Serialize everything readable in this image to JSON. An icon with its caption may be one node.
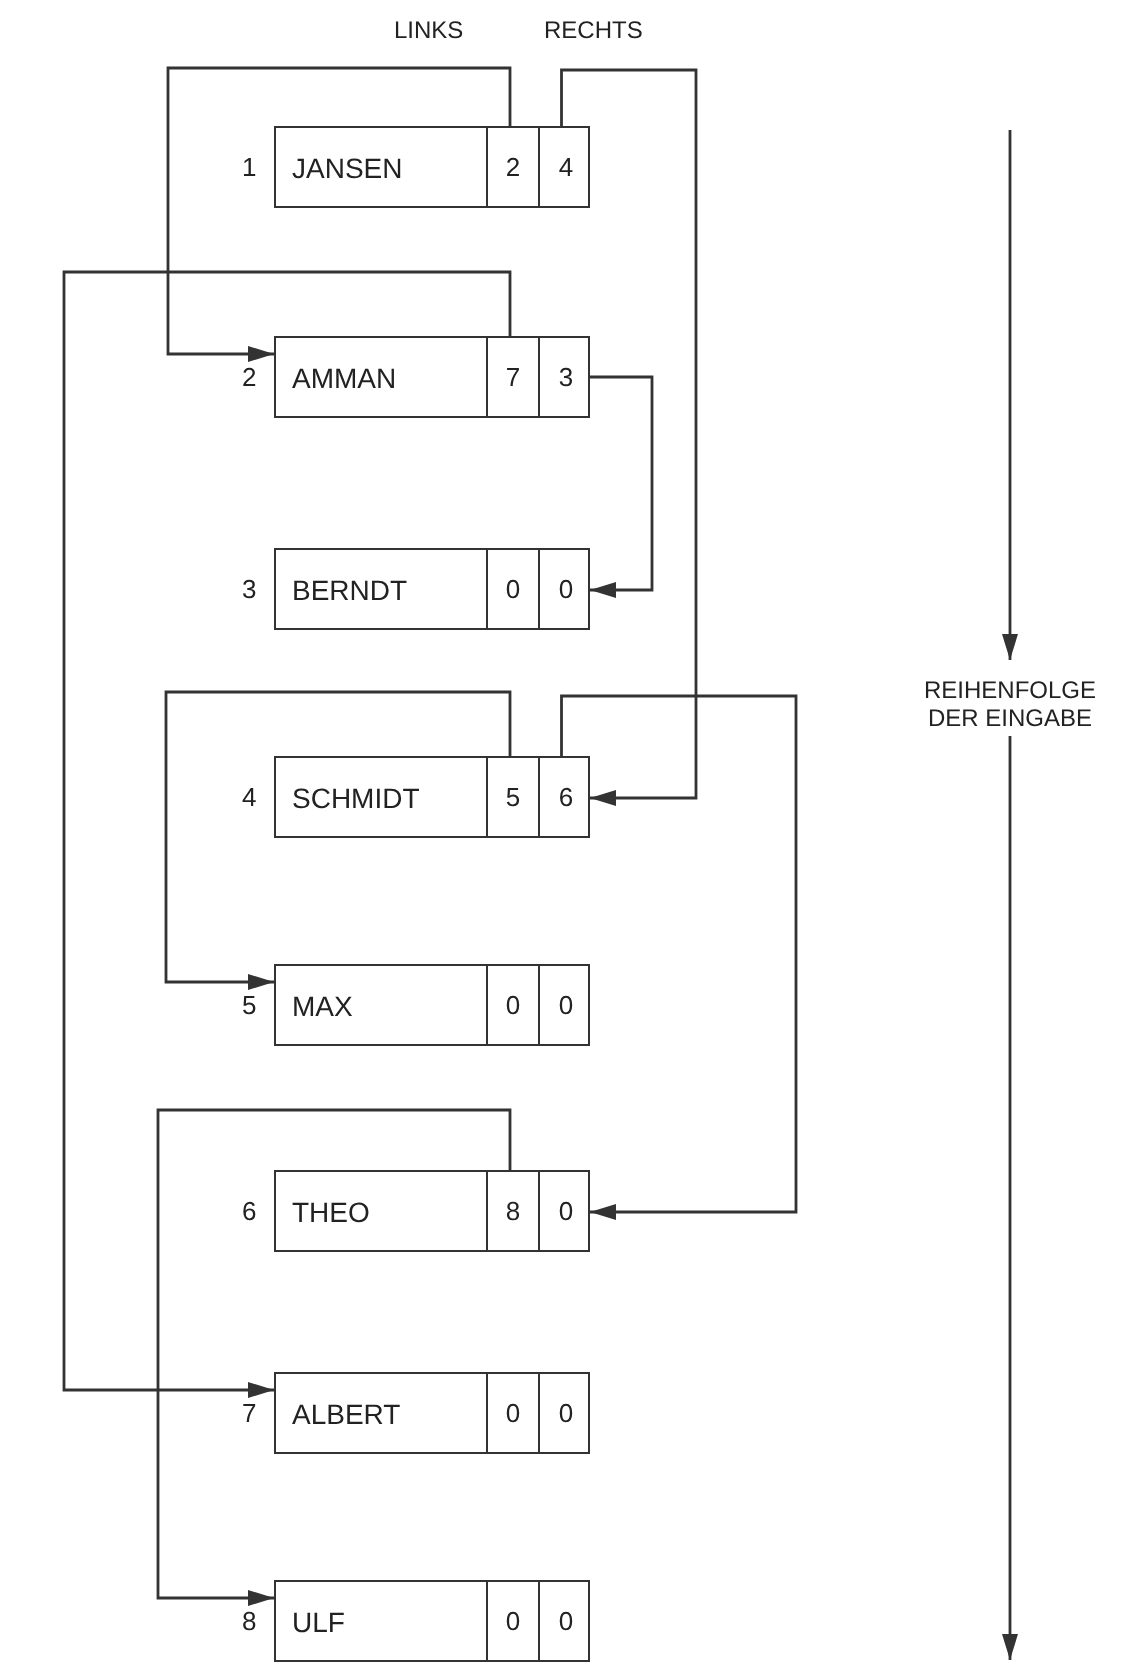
{
  "diagram": {
    "nodes": [
      {
        "text": [
          "JANSEN"
        ],
        "beside": [
          "1"
        ]
      },
      {
        "text": [
          "2"
        ],
        "in": 0
      },
      {
        "text": [
          "4"
        ],
        "in": 0
      },
      {
        "text": [
          "AMMAN"
        ],
        "beside": [
          "2"
        ]
      },
      {
        "text": [
          "7"
        ],
        "in": 3
      },
      {
        "text": [
          "3"
        ],
        "in": 3
      },
      {
        "text": [
          "BERNDT"
        ],
        "beside": [
          "3"
        ]
      },
      {
        "text": [
          "0"
        ],
        "in": 6
      },
      {
        "text": [
          "0"
        ],
        "in": 6
      },
      {
        "text": [
          "SCHMIDT"
        ],
        "beside": [
          "4"
        ]
      },
      {
        "text": [
          "5"
        ],
        "in": 9
      },
      {
        "text": [
          "6"
        ],
        "in": 9
      },
      {
        "text": [
          "MAX"
        ],
        "beside": [
          "5"
        ]
      },
      {
        "text": [
          "0"
        ],
        "in": 12
      },
      {
        "text": [
          "0"
        ],
        "in": 12
      },
      {
        "text": [
          "THEO"
        ],
        "beside": [
          "6"
        ]
      },
      {
        "text": [
          "8"
        ],
        "in": 15
      },
      {
        "text": [
          "0"
        ],
        "in": 15
      },
      {
        "text": [
          "ALBERT"
        ],
        "beside": [
          "7"
        ]
      },
      {
        "text": [
          "0"
        ],
        "in": 18
      },
      {
        "text": [
          "0"
        ],
        "in": 18
      },
      {
        "text": [
          "ULF"
        ],
        "beside": [
          "8"
        ]
      },
      {
        "text": [
          "0"
        ],
        "in": 21
      },
      {
        "text": [
          "0"
        ],
        "in": 21
      }
    ],
    "edges": [
      {
        "from": 1,
        "to": 3,
        "arrow": "to"
      },
      {
        "from": 2,
        "to": 9,
        "arrow": "to"
      },
      {
        "from": 4,
        "to": 18,
        "arrow": "to"
      },
      {
        "from": 5,
        "to": 6,
        "arrow": "to"
      },
      {
        "from": 10,
        "to": 12,
        "arrow": "to"
      },
      {
        "from": 11,
        "to": 15,
        "arrow": "to"
      },
      {
        "from": 16,
        "to": 21,
        "arrow": "to"
      }
    ],
    "labels": [
      "LINKS",
      "RECHTS",
      "REIHENFOLGE DER EINGABE"
    ]
  }
}
